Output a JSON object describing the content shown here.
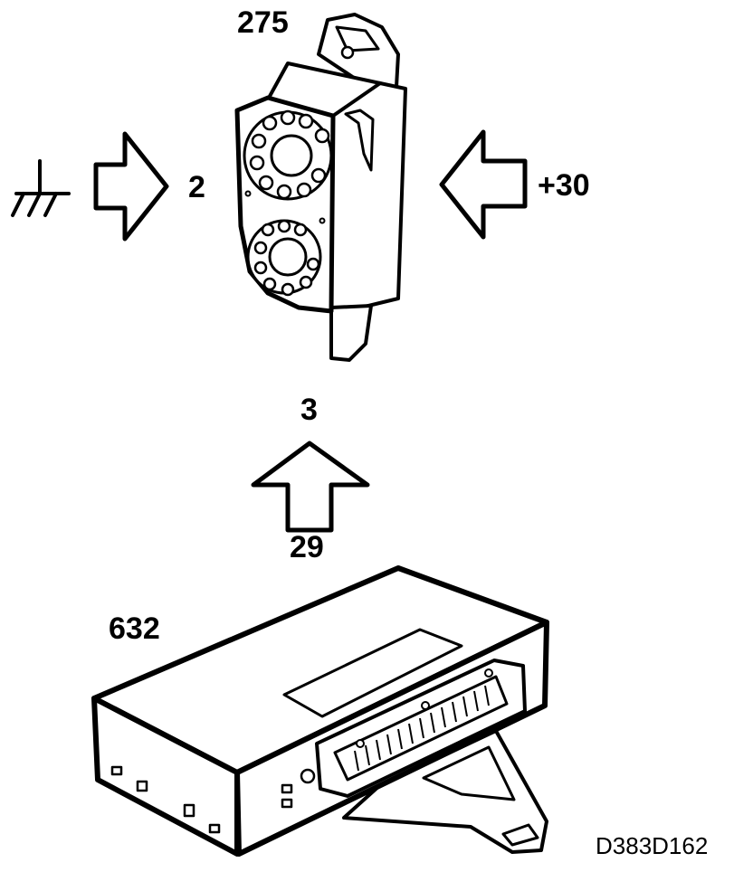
{
  "labels": {
    "relay": "275",
    "pin_ground": "2",
    "pin_supply": "+30",
    "pin_signal_in": "3",
    "pin_signal_out": "29",
    "module": "632"
  },
  "figure_ref": "D383D162",
  "icons": {
    "ground": "ground-symbol-icon",
    "arrow_right": "arrow-right-icon",
    "arrow_left": "arrow-left-icon",
    "arrow_up": "arrow-up-icon"
  },
  "colors": {
    "stroke": "#000000",
    "fill": "#ffffff"
  }
}
